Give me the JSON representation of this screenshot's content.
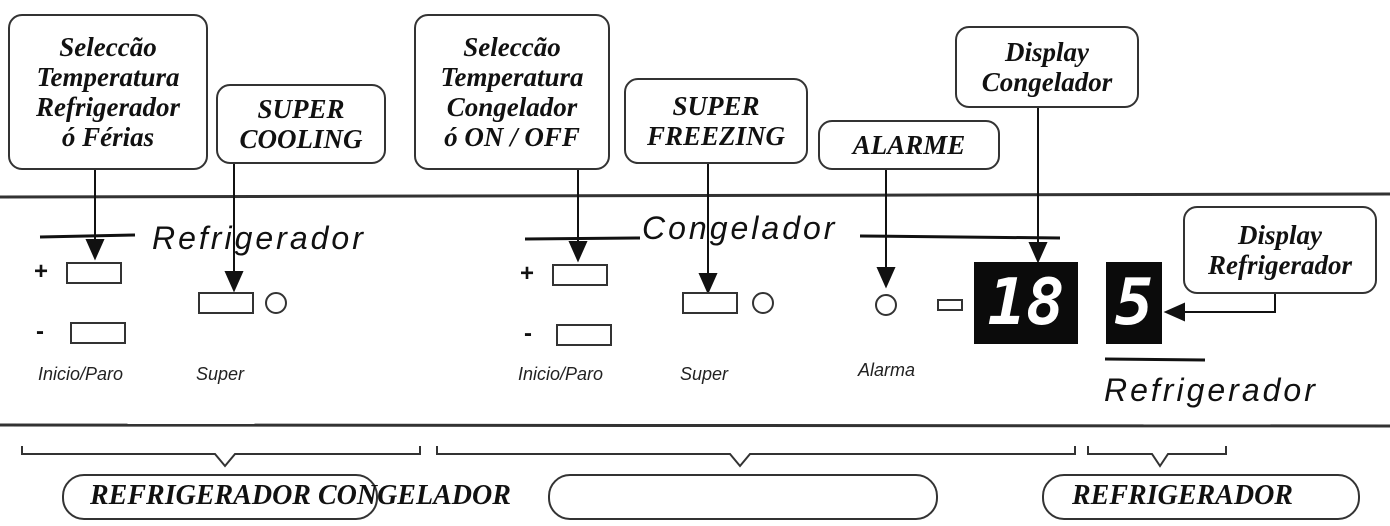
{
  "callouts": {
    "sel_refrigerador": [
      "Seleccão",
      "Temperatura",
      "Refrigerador",
      "ó Férias"
    ],
    "super_cooling": [
      "SUPER",
      "COOLING"
    ],
    "sel_congelador": [
      "Seleccão",
      "Temperatura",
      "Congelador",
      "ó ON / OFF"
    ],
    "super_freezing": [
      "SUPER",
      "FREEZING"
    ],
    "alarme": "ALARME",
    "display_congelador": [
      "Display",
      "Congelador"
    ],
    "display_refrigerador": [
      "Display",
      "Refrigerador"
    ]
  },
  "panel": {
    "refrigerador_title": "Refrigerador",
    "congelador_title": "Congelador",
    "refrigerador_bottom_title": "Refrigerador",
    "plus": "+",
    "minus": "-",
    "inicio_paro_1": "Inicio/Paro",
    "super_1": "Super",
    "inicio_paro_2": "Inicio/Paro",
    "super_2": "Super",
    "alarma": "Alarma",
    "display_congelador_value": "18",
    "display_refrigerador_value": "5"
  },
  "bottom": {
    "refrigerador_congelador": "REFRIGERADOR CONGELADOR",
    "refrigerador": "REFRIGERADOR"
  },
  "colors": {
    "line": "#333333",
    "display_bg": "#0b0b0b"
  }
}
